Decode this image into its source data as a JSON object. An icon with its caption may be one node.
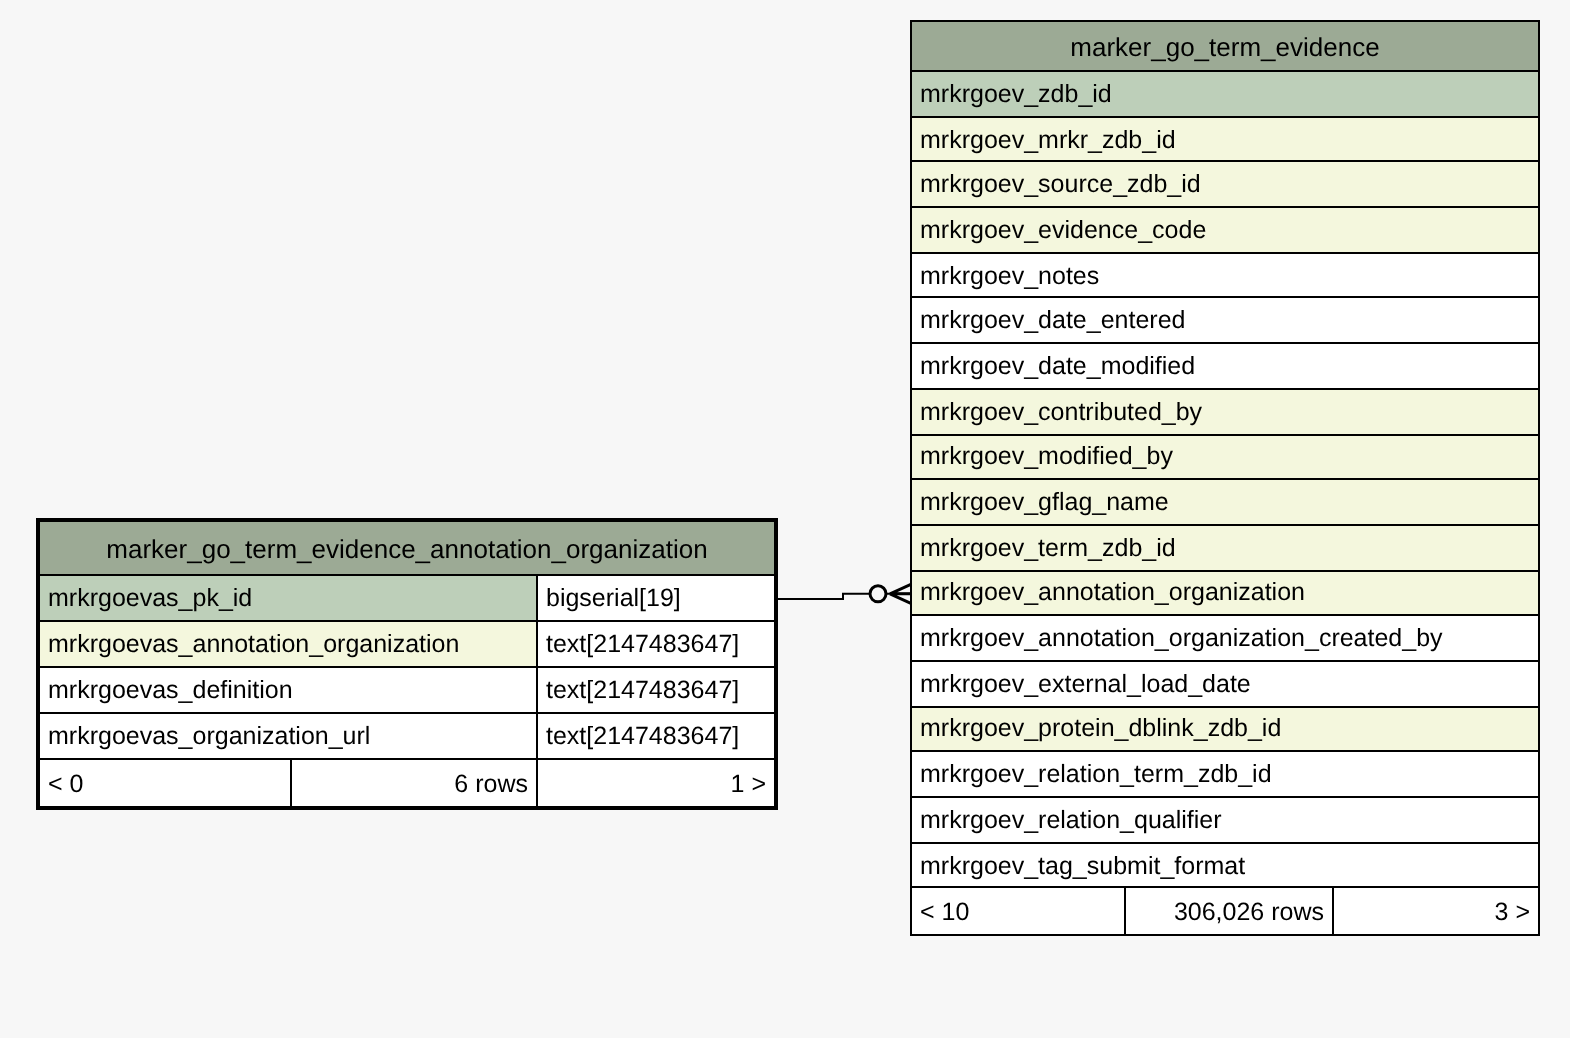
{
  "diagram": {
    "nodes": [
      {
        "text": [
          "marker_go_term_evidence_annotation_organization"
        ]
      },
      {
        "text": [
          "mrkrgoevas_pk_id",
          "bigserial[19]"
        ],
        "in": 0
      },
      {
        "text": [
          "mrkrgoevas_annotation_organization",
          "text[2147483647]"
        ],
        "in": 0
      },
      {
        "text": [
          "mrkrgoevas_definition",
          "text[2147483647]"
        ],
        "in": 0
      },
      {
        "text": [
          "mrkrgoevas_organization_url",
          "text[2147483647]"
        ],
        "in": 0
      },
      {
        "text": [
          "< 0",
          "6 rows",
          "1 >"
        ],
        "in": 0
      },
      {
        "text": [
          "marker_go_term_evidence"
        ]
      },
      {
        "text": [
          "mrkrgoev_zdb_id"
        ],
        "in": 6
      },
      {
        "text": [
          "mrkrgoev_mrkr_zdb_id"
        ],
        "in": 6
      },
      {
        "text": [
          "mrkrgoev_source_zdb_id"
        ],
        "in": 6
      },
      {
        "text": [
          "mrkrgoev_evidence_code"
        ],
        "in": 6
      },
      {
        "text": [
          "mrkrgoev_notes"
        ],
        "in": 6
      },
      {
        "text": [
          "mrkrgoev_date_entered"
        ],
        "in": 6
      },
      {
        "text": [
          "mrkrgoev_date_modified"
        ],
        "in": 6
      },
      {
        "text": [
          "mrkrgoev_contributed_by"
        ],
        "in": 6
      },
      {
        "text": [
          "mrkrgoev_modified_by"
        ],
        "in": 6
      },
      {
        "text": [
          "mrkrgoev_gflag_name"
        ],
        "in": 6
      },
      {
        "text": [
          "mrkrgoev_term_zdb_id"
        ],
        "in": 6
      },
      {
        "text": [
          "mrkrgoev_annotation_organization"
        ],
        "in": 6
      },
      {
        "text": [
          "mrkrgoev_annotation_organization_created_by"
        ],
        "in": 6
      },
      {
        "text": [
          "mrkrgoev_external_load_date"
        ],
        "in": 6
      },
      {
        "text": [
          "mrkrgoev_protein_dblink_zdb_id"
        ],
        "in": 6
      },
      {
        "text": [
          "mrkrgoev_relation_term_zdb_id"
        ],
        "in": 6
      },
      {
        "text": [
          "mrkrgoev_relation_qualifier"
        ],
        "in": 6
      },
      {
        "text": [
          "mrkrgoev_tag_submit_format"
        ],
        "in": 6
      },
      {
        "text": [
          "< 10",
          "306,026 rows",
          "3 >"
        ],
        "in": 6
      }
    ],
    "edges": [
      {
        "from": 1,
        "to": 18,
        "arrow": "other"
      }
    ]
  }
}
